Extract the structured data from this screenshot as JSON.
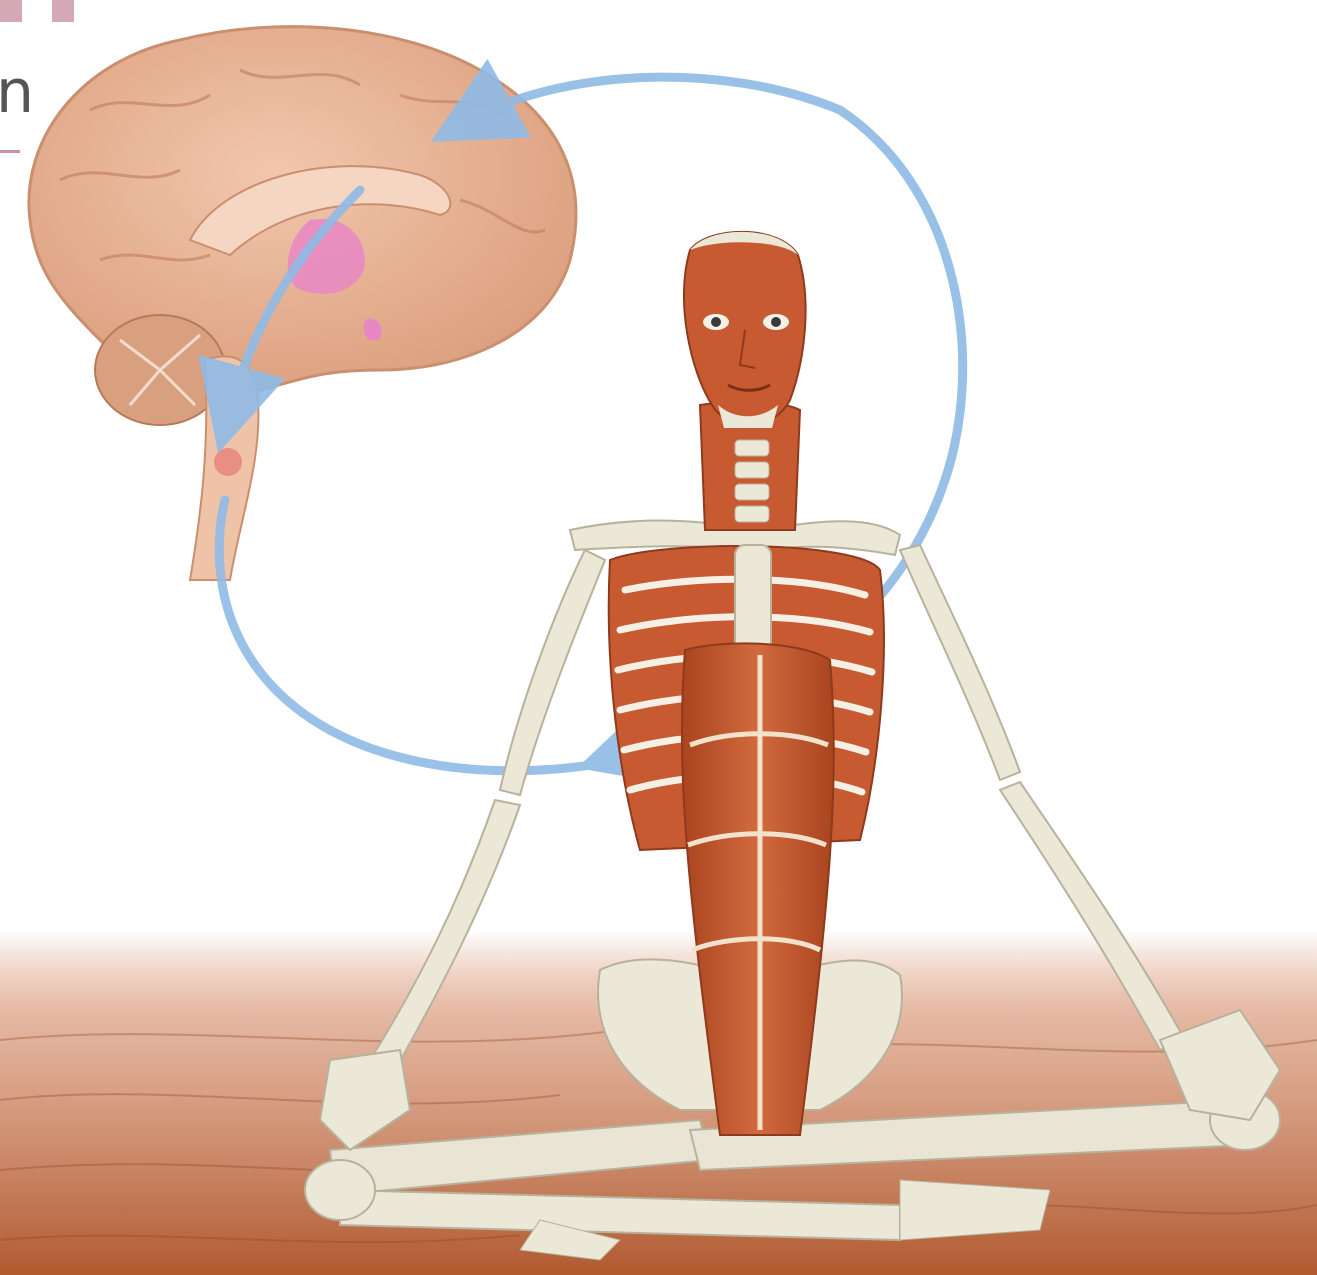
{
  "text_fragment": "n",
  "colors": {
    "background": "#ffffff",
    "accent_squares": "#d4a8b4",
    "brain": "#e8b899",
    "brain_dark": "#c98f6f",
    "pink_structures": "#e887c4",
    "arrow": "#8fbbe6",
    "muscle": "#c85a32",
    "bone": "#ece8d8",
    "floor": "#b9683d"
  },
  "icons": {
    "brain": "brain-illustration",
    "figure": "seated-skeleton-with-muscles",
    "arrows": "circular-feedback-arrows"
  }
}
